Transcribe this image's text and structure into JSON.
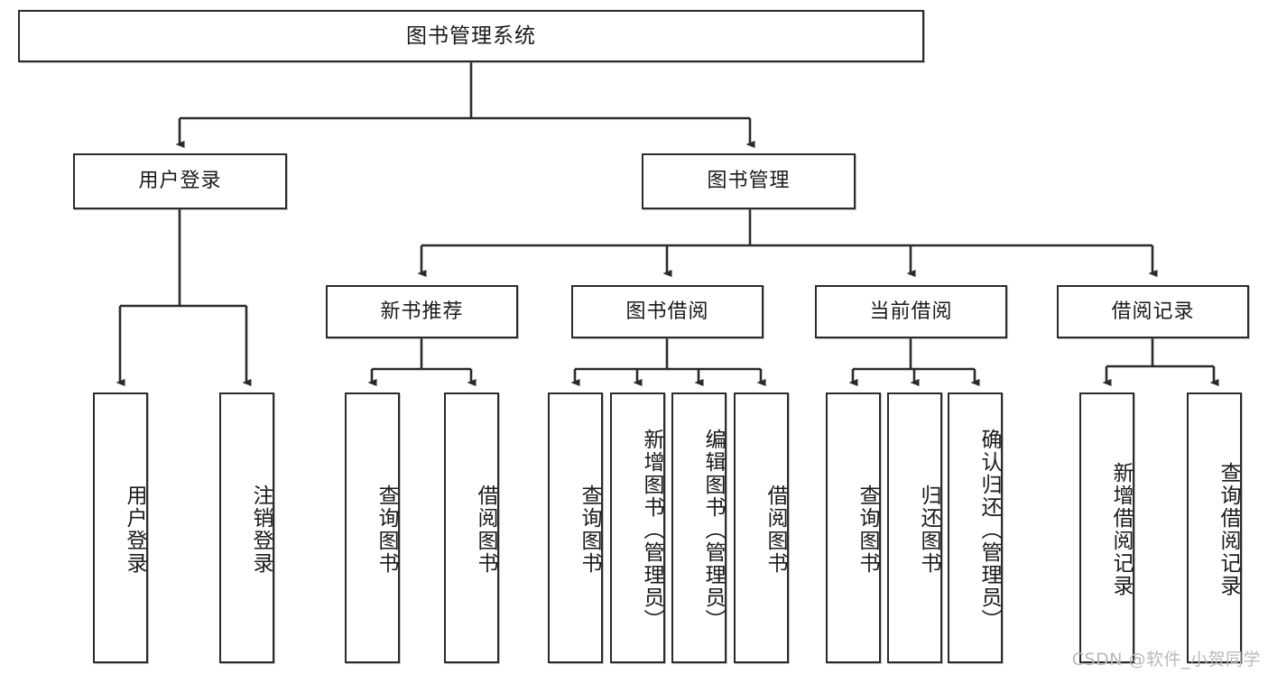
{
  "diagram": {
    "title_node": {
      "label": "图书管理系统"
    },
    "level1": [
      {
        "id": "user-login",
        "label": "用户登录"
      },
      {
        "id": "book-management",
        "label": "图书管理"
      }
    ],
    "level2": [
      {
        "id": "new-book-recommend",
        "label": "新书推荐"
      },
      {
        "id": "book-borrow",
        "label": "图书借阅"
      },
      {
        "id": "current-borrow",
        "label": "当前借阅"
      },
      {
        "id": "borrow-record",
        "label": "借阅记录"
      }
    ],
    "leaves": [
      {
        "id": "leaf-user-login",
        "label": "用户登录",
        "parent": "user-login"
      },
      {
        "id": "leaf-logout-login",
        "label": "注销登录",
        "parent": "user-login"
      },
      {
        "id": "leaf-query-book-1",
        "label": "查询图书",
        "parent": "new-book-recommend"
      },
      {
        "id": "leaf-borrow-book-1",
        "label": "借阅图书",
        "parent": "new-book-recommend"
      },
      {
        "id": "leaf-query-book-2",
        "label": "查询图书",
        "parent": "book-borrow"
      },
      {
        "id": "leaf-add-book",
        "label": "新增图书（管理员）",
        "parent": "book-borrow"
      },
      {
        "id": "leaf-edit-book",
        "label": "编辑图书（管理员）",
        "parent": "book-borrow"
      },
      {
        "id": "leaf-borrow-book-2",
        "label": "借阅图书",
        "parent": "book-borrow"
      },
      {
        "id": "leaf-query-book-3",
        "label": "查询图书",
        "parent": "current-borrow"
      },
      {
        "id": "leaf-return-book",
        "label": "归还图书",
        "parent": "current-borrow"
      },
      {
        "id": "leaf-confirm-return",
        "label": "确认归还（管理员）",
        "parent": "current-borrow"
      },
      {
        "id": "leaf-add-record",
        "label": "新增借阅记录",
        "parent": "borrow-record"
      },
      {
        "id": "leaf-query-record",
        "label": "查询借阅记录",
        "parent": "borrow-record"
      }
    ],
    "watermark": "CSDN @软件_小贺同学",
    "colors": {
      "stroke": "#2b2b2b",
      "fill": "#ffffff",
      "text": "#1a1a1a",
      "watermark": "#b9b9b9"
    }
  }
}
